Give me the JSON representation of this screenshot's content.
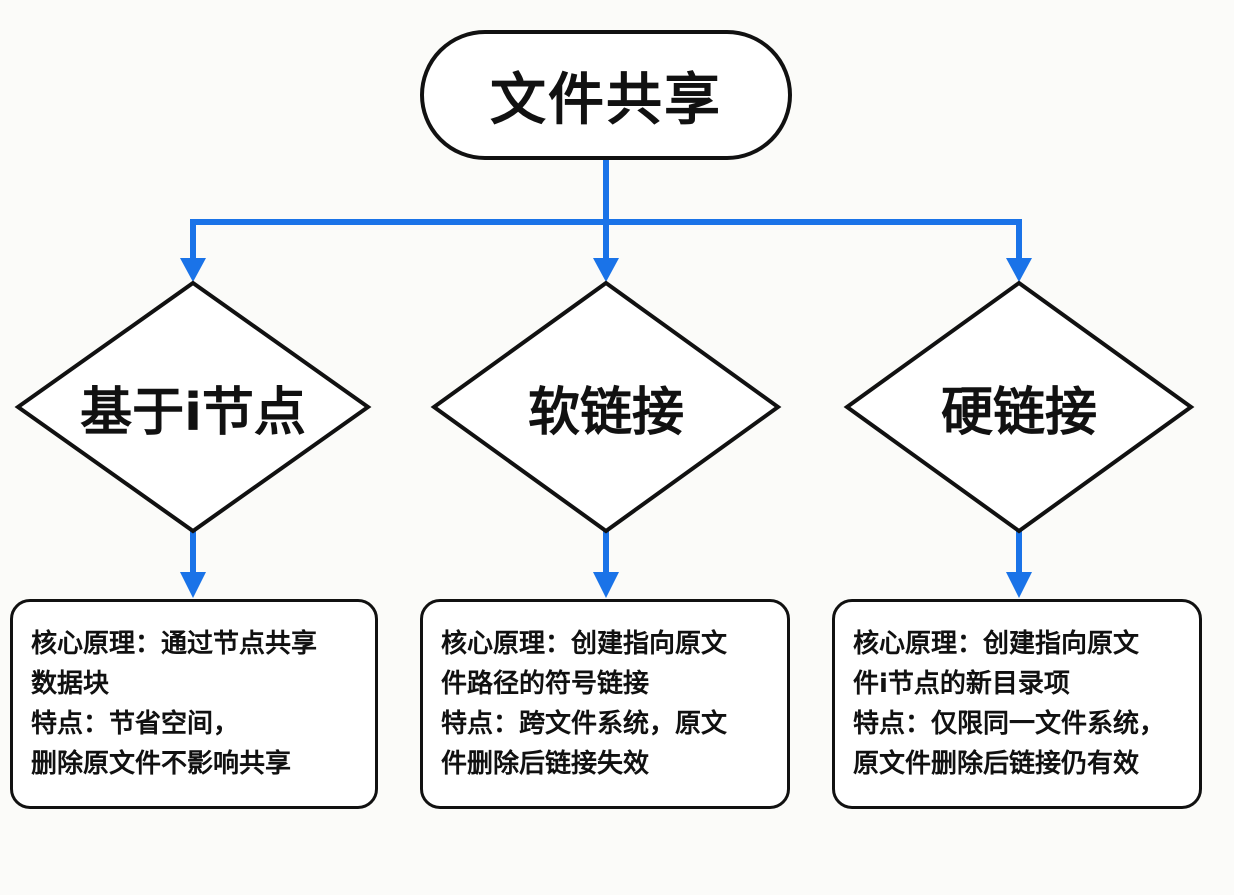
{
  "root": {
    "label": "文件共享"
  },
  "colors": {
    "connector": "#1a73e8",
    "border": "#111111"
  },
  "branches": [
    {
      "label": "基于i节点",
      "details": [
        "核心原理：通过节点共享",
        "数据块",
        "特点：节省空间，",
        "删除原文件不影响共享"
      ]
    },
    {
      "label": "软链接",
      "details": [
        "核心原理：创建指向原文",
        "件路径的符号链接",
        "特点：跨文件系统，原文",
        "件删除后链接失效"
      ]
    },
    {
      "label": "硬链接",
      "details": [
        "核心原理：创建指向原文",
        "件i节点的新目录项",
        "特点：仅限同一文件系统，",
        "原文件删除后链接仍有效"
      ]
    }
  ]
}
